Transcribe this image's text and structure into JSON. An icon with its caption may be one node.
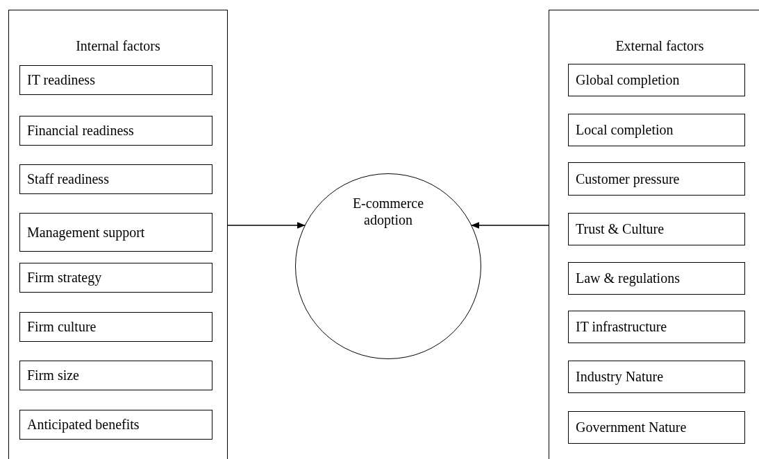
{
  "diagram": {
    "nodes": [
      {
        "text": [
          "Internal factors"
        ]
      },
      {
        "text": [
          "IT readiness"
        ],
        "in": 0
      },
      {
        "text": [
          "Financial readiness"
        ],
        "in": 0
      },
      {
        "text": [
          "Staff readiness"
        ],
        "in": 0
      },
      {
        "text": [
          "Management support"
        ],
        "in": 0
      },
      {
        "text": [
          "Firm strategy"
        ],
        "in": 0
      },
      {
        "text": [
          "Firm culture"
        ],
        "in": 0
      },
      {
        "text": [
          "Firm size"
        ],
        "in": 0
      },
      {
        "text": [
          "Anticipated benefits"
        ],
        "in": 0
      },
      {
        "text": [
          "E-commerce adoption"
        ]
      },
      {
        "text": [
          "External factors"
        ]
      },
      {
        "text": [
          "Global completion"
        ],
        "in": 10
      },
      {
        "text": [
          "Local completion"
        ],
        "in": 10
      },
      {
        "text": [
          "Customer pressure"
        ],
        "in": 10
      },
      {
        "text": [
          "Trust & Culture"
        ],
        "in": 10
      },
      {
        "text": [
          "Law & regulations"
        ],
        "in": 10
      },
      {
        "text": [
          "IT infrastructure"
        ],
        "in": 10
      },
      {
        "text": [
          "Industry Nature"
        ],
        "in": 10
      },
      {
        "text": [
          "Government Nature"
        ],
        "in": 10
      }
    ],
    "edges": [
      {
        "from": 0,
        "to": 9,
        "arrow": "to"
      },
      {
        "from": 10,
        "to": 9,
        "arrow": "to"
      }
    ]
  }
}
